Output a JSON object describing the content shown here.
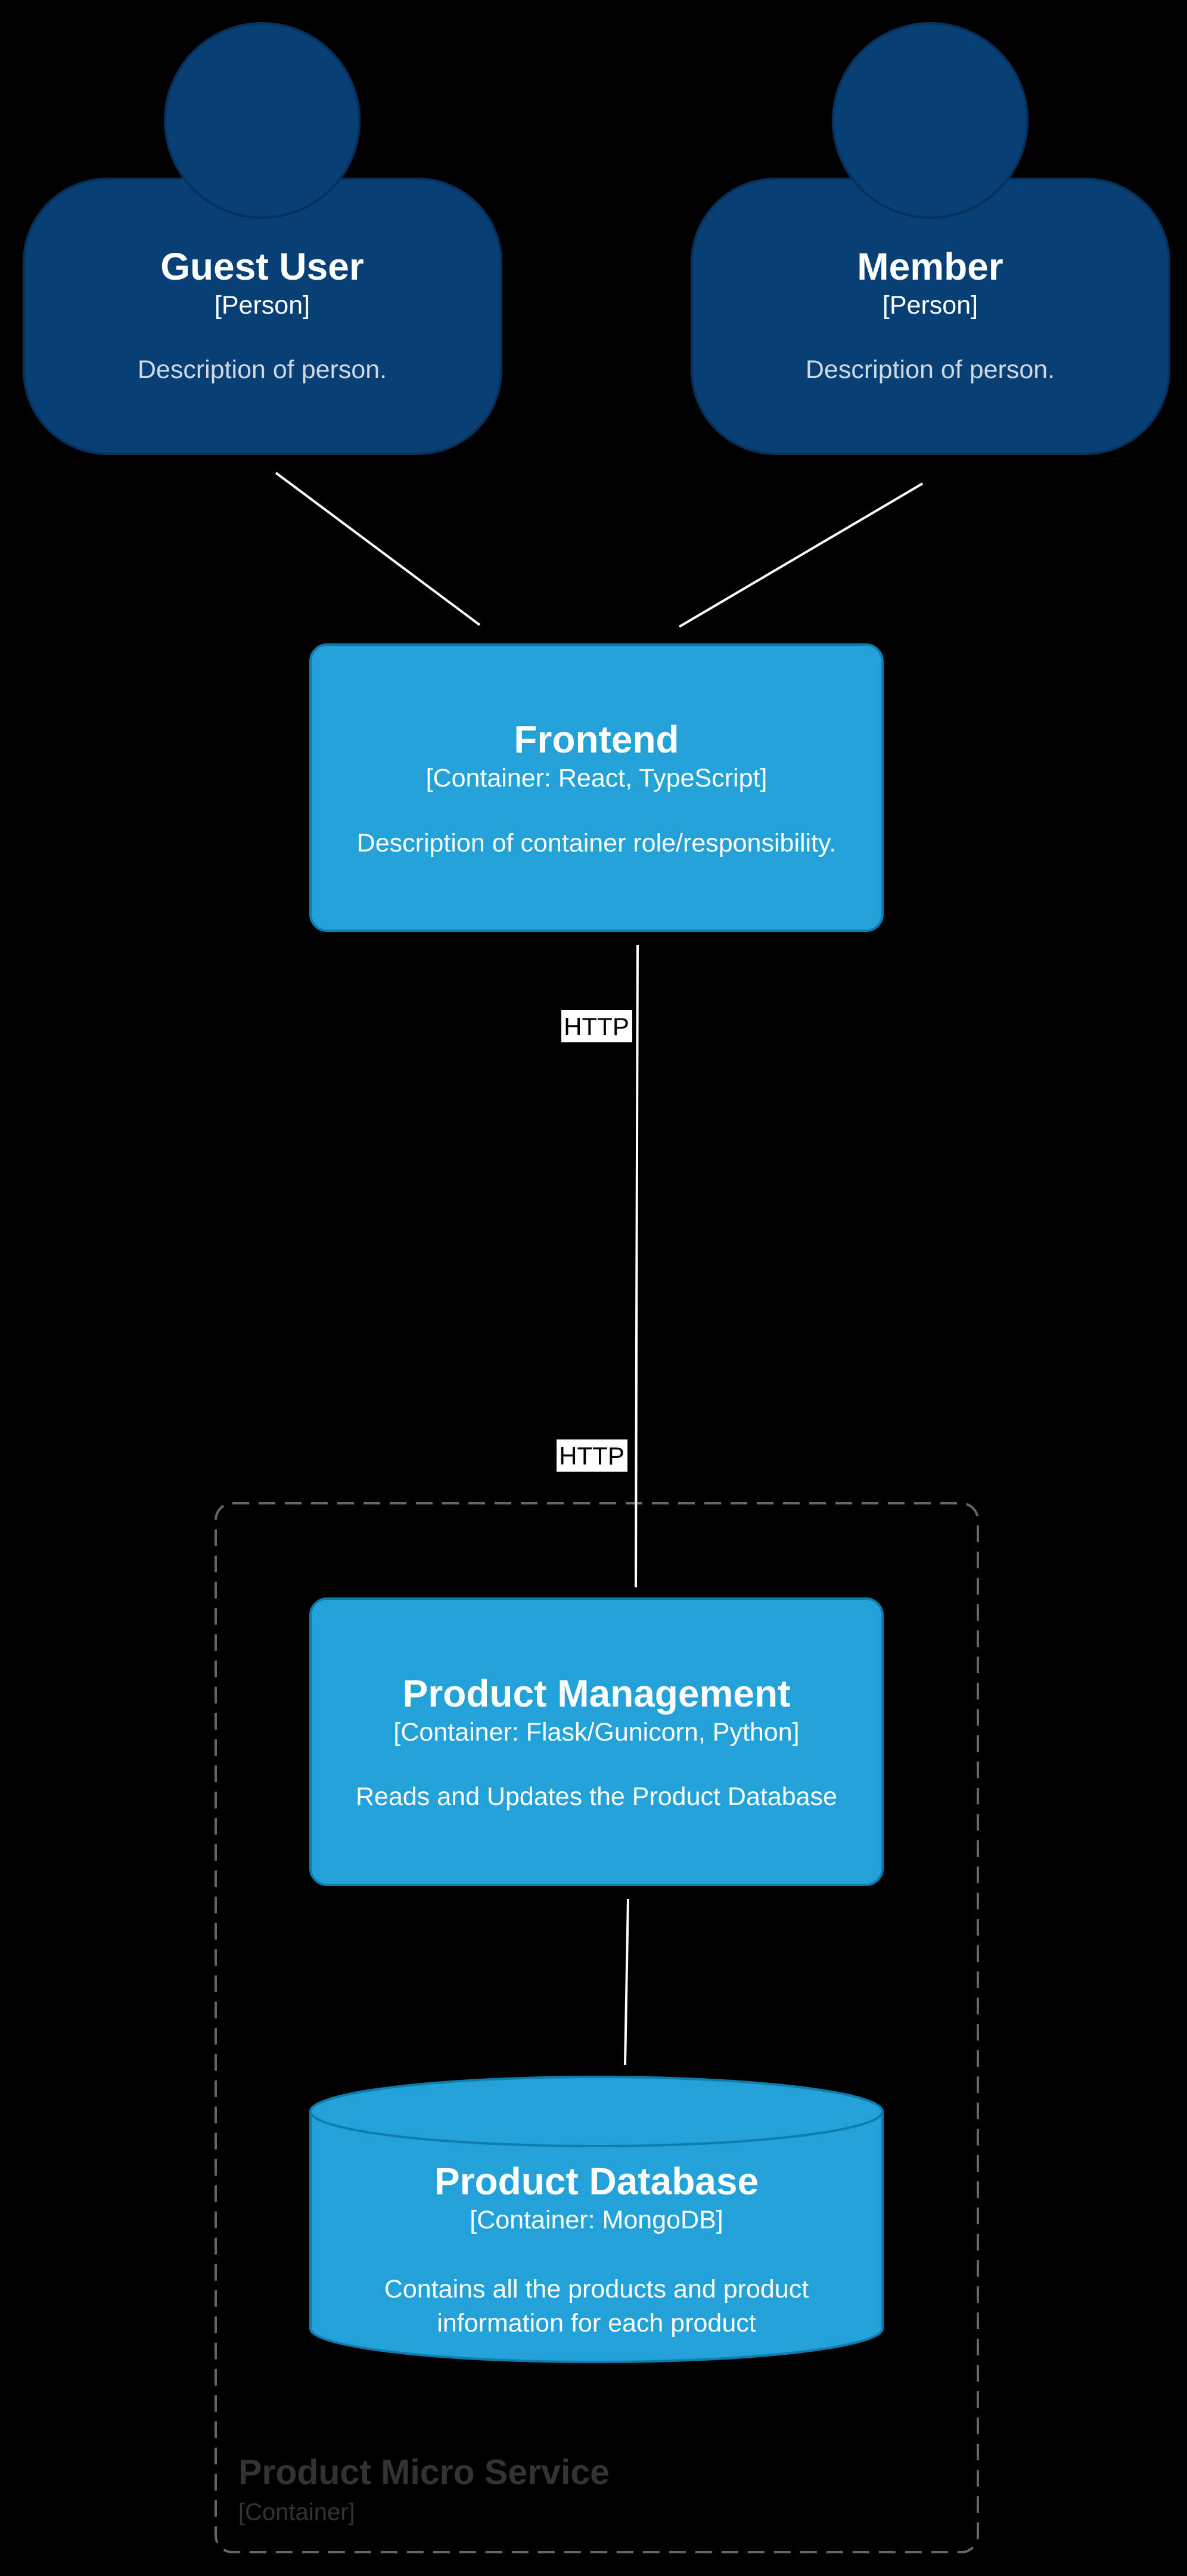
{
  "persons": {
    "guest": {
      "name": "Guest User",
      "type": "[Person]",
      "description": "Description of person."
    },
    "member": {
      "name": "Member",
      "type": "[Person]",
      "description": "Description of person."
    }
  },
  "containers": {
    "frontend": {
      "name": "Frontend",
      "type": "[Container: React, TypeScript]",
      "description": "Description of container role/responsibility."
    },
    "product_management": {
      "name": "Product Management",
      "type": "[Container: Flask/Gunicorn, Python]",
      "description": "Reads and Updates the Product Database"
    },
    "product_database": {
      "name": "Product Database",
      "type": "[Container: MongoDB]",
      "description_line1": "Contains all the products and product",
      "description_line2": "information for each product"
    }
  },
  "boundary": {
    "name": "Product Micro Service",
    "type": "[Container]"
  },
  "relationships": {
    "frontend_label": "HTTP",
    "backend_label": "HTTP"
  },
  "colors": {
    "person": "#083F75",
    "person_stroke": "#06315C",
    "container": "#23A2D9",
    "container_stroke": "#0E7DAD",
    "boundary_stroke": "#666666",
    "boundary_text": "#333333",
    "text_light": "#FFFFFF",
    "text_muted": "#D0D8E4"
  }
}
